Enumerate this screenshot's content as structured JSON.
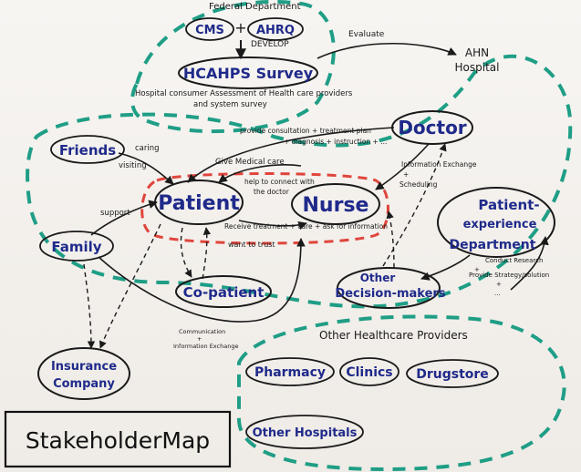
{
  "top": {
    "federal_department": "Federal Department",
    "cms": "CMS",
    "plus": "+",
    "ahrq": "AHRQ",
    "develop": "DEVELOP",
    "survey": "HCAHPS Survey",
    "survey_full_line1": "Hospital consumer Assessment of Health care providers",
    "survey_full_line2": "and system survey",
    "evaluate": "Evaluate",
    "ahn_line1": "AHN",
    "ahn_line2": "Hospital"
  },
  "nodes": {
    "friends": "Friends",
    "family": "Family",
    "patient": "Patient",
    "nurse": "Nurse",
    "doctor": "Doctor",
    "co_patient": "Co-patient",
    "pxd_line1": "Patient-",
    "pxd_line2": "experience",
    "pxd_line3": "Department",
    "odm_line1": "Other",
    "odm_line2": "Decision-makers",
    "insurance_line1": "Insurance",
    "insurance_line2": "Company",
    "pharmacy": "Pharmacy",
    "clinics": "Clinics",
    "drugstore": "Drugstore",
    "other_hospitals": "Other Hospitals",
    "other_providers": "Other Healthcare Providers"
  },
  "labels": {
    "caring": "caring",
    "visiting": "visiting",
    "support": "support",
    "consult_line1": "provide consultation + treatment plan",
    "consult_line2": "+ diagnosis + instruction + ...",
    "give_medical_care": "Give Medical care",
    "help_line1": "help to connect with",
    "help_line2": "the doctor",
    "receive_treatment": "Receive treatment + care + ask for information",
    "want_to_trust": "want to trust",
    "info_line1": "Information Exchange",
    "info_line2": "+",
    "info_line3": "Scheduling",
    "research_line1": "Conduct Research",
    "research_line2": "+",
    "research_line3": "Provide Strategy/solution",
    "research_line4": "+",
    "research_line5": "...",
    "comm_line1": "Communication",
    "comm_line2": "+",
    "comm_line3": "Information Exchange"
  },
  "title": "StakeholderMap",
  "colors": {
    "ink_blue": "#1f2a8a",
    "ink_black": "#1a1a1a",
    "dash_green": "#1f9e86",
    "dash_red": "#e0453c"
  }
}
